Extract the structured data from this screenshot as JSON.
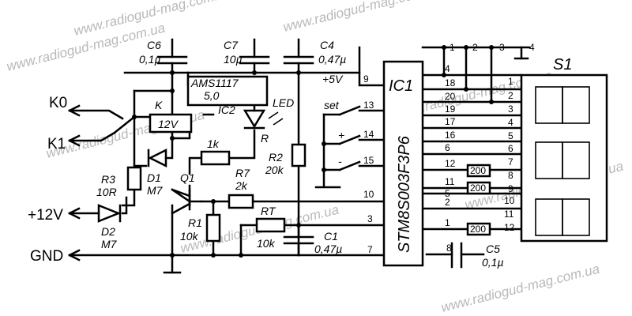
{
  "watermark": "www.radiogud-mag.com.ua",
  "terminals": {
    "k0": "K0",
    "k1": "K1",
    "v12": "+12V",
    "gnd": "GND"
  },
  "components": {
    "c6": {
      "ref": "C6",
      "value": "0,1µ"
    },
    "c7": {
      "ref": "C7",
      "value": "10µ"
    },
    "c4": {
      "ref": "C4",
      "value": "0,47µ"
    },
    "c1": {
      "ref": "C1",
      "value": "0,47µ"
    },
    "c5": {
      "ref": "C5",
      "value": "0,1µ"
    },
    "regulator": {
      "part": "AMS1117",
      "voltage": "5,0",
      "ref": "IC2"
    },
    "relay": {
      "ref": "K",
      "value": "12V"
    },
    "led": {
      "ref": "LED",
      "resistor": "R"
    },
    "r_1k": "1k",
    "r2": {
      "ref": "R2",
      "value": "20k"
    },
    "r7": {
      "ref": "R7",
      "value": "2k"
    },
    "rt": {
      "ref": "RT",
      "value": "10k"
    },
    "r1": {
      "ref": "R1",
      "value": "10k"
    },
    "r3": {
      "ref": "R3",
      "value": "10R"
    },
    "d1": {
      "ref": "D1",
      "value": "M7"
    },
    "d2": {
      "ref": "D2",
      "value": "M7"
    },
    "q1": "Q1",
    "v5": "+5V"
  },
  "buttons": {
    "set": "set",
    "plus": "+",
    "minus": "-"
  },
  "mcu": {
    "ref": "IC1",
    "part": "STM8S003F3P6",
    "left_pins": [
      "9",
      "13",
      "14",
      "15",
      "10",
      "3",
      "7",
      "8"
    ],
    "right_pins": [
      "4",
      "18",
      "20",
      "19",
      "17",
      "16",
      "6",
      "12",
      "11",
      "5",
      "2",
      "1"
    ]
  },
  "display": {
    "ref": "S1",
    "pins": [
      "1",
      "2",
      "3",
      "4",
      "5",
      "6",
      "7",
      "8",
      "9",
      "10",
      "11",
      "12"
    ],
    "digit_pins": [
      "1",
      "2",
      "3",
      "4"
    ],
    "resistors": [
      "200",
      "200",
      "200"
    ]
  }
}
